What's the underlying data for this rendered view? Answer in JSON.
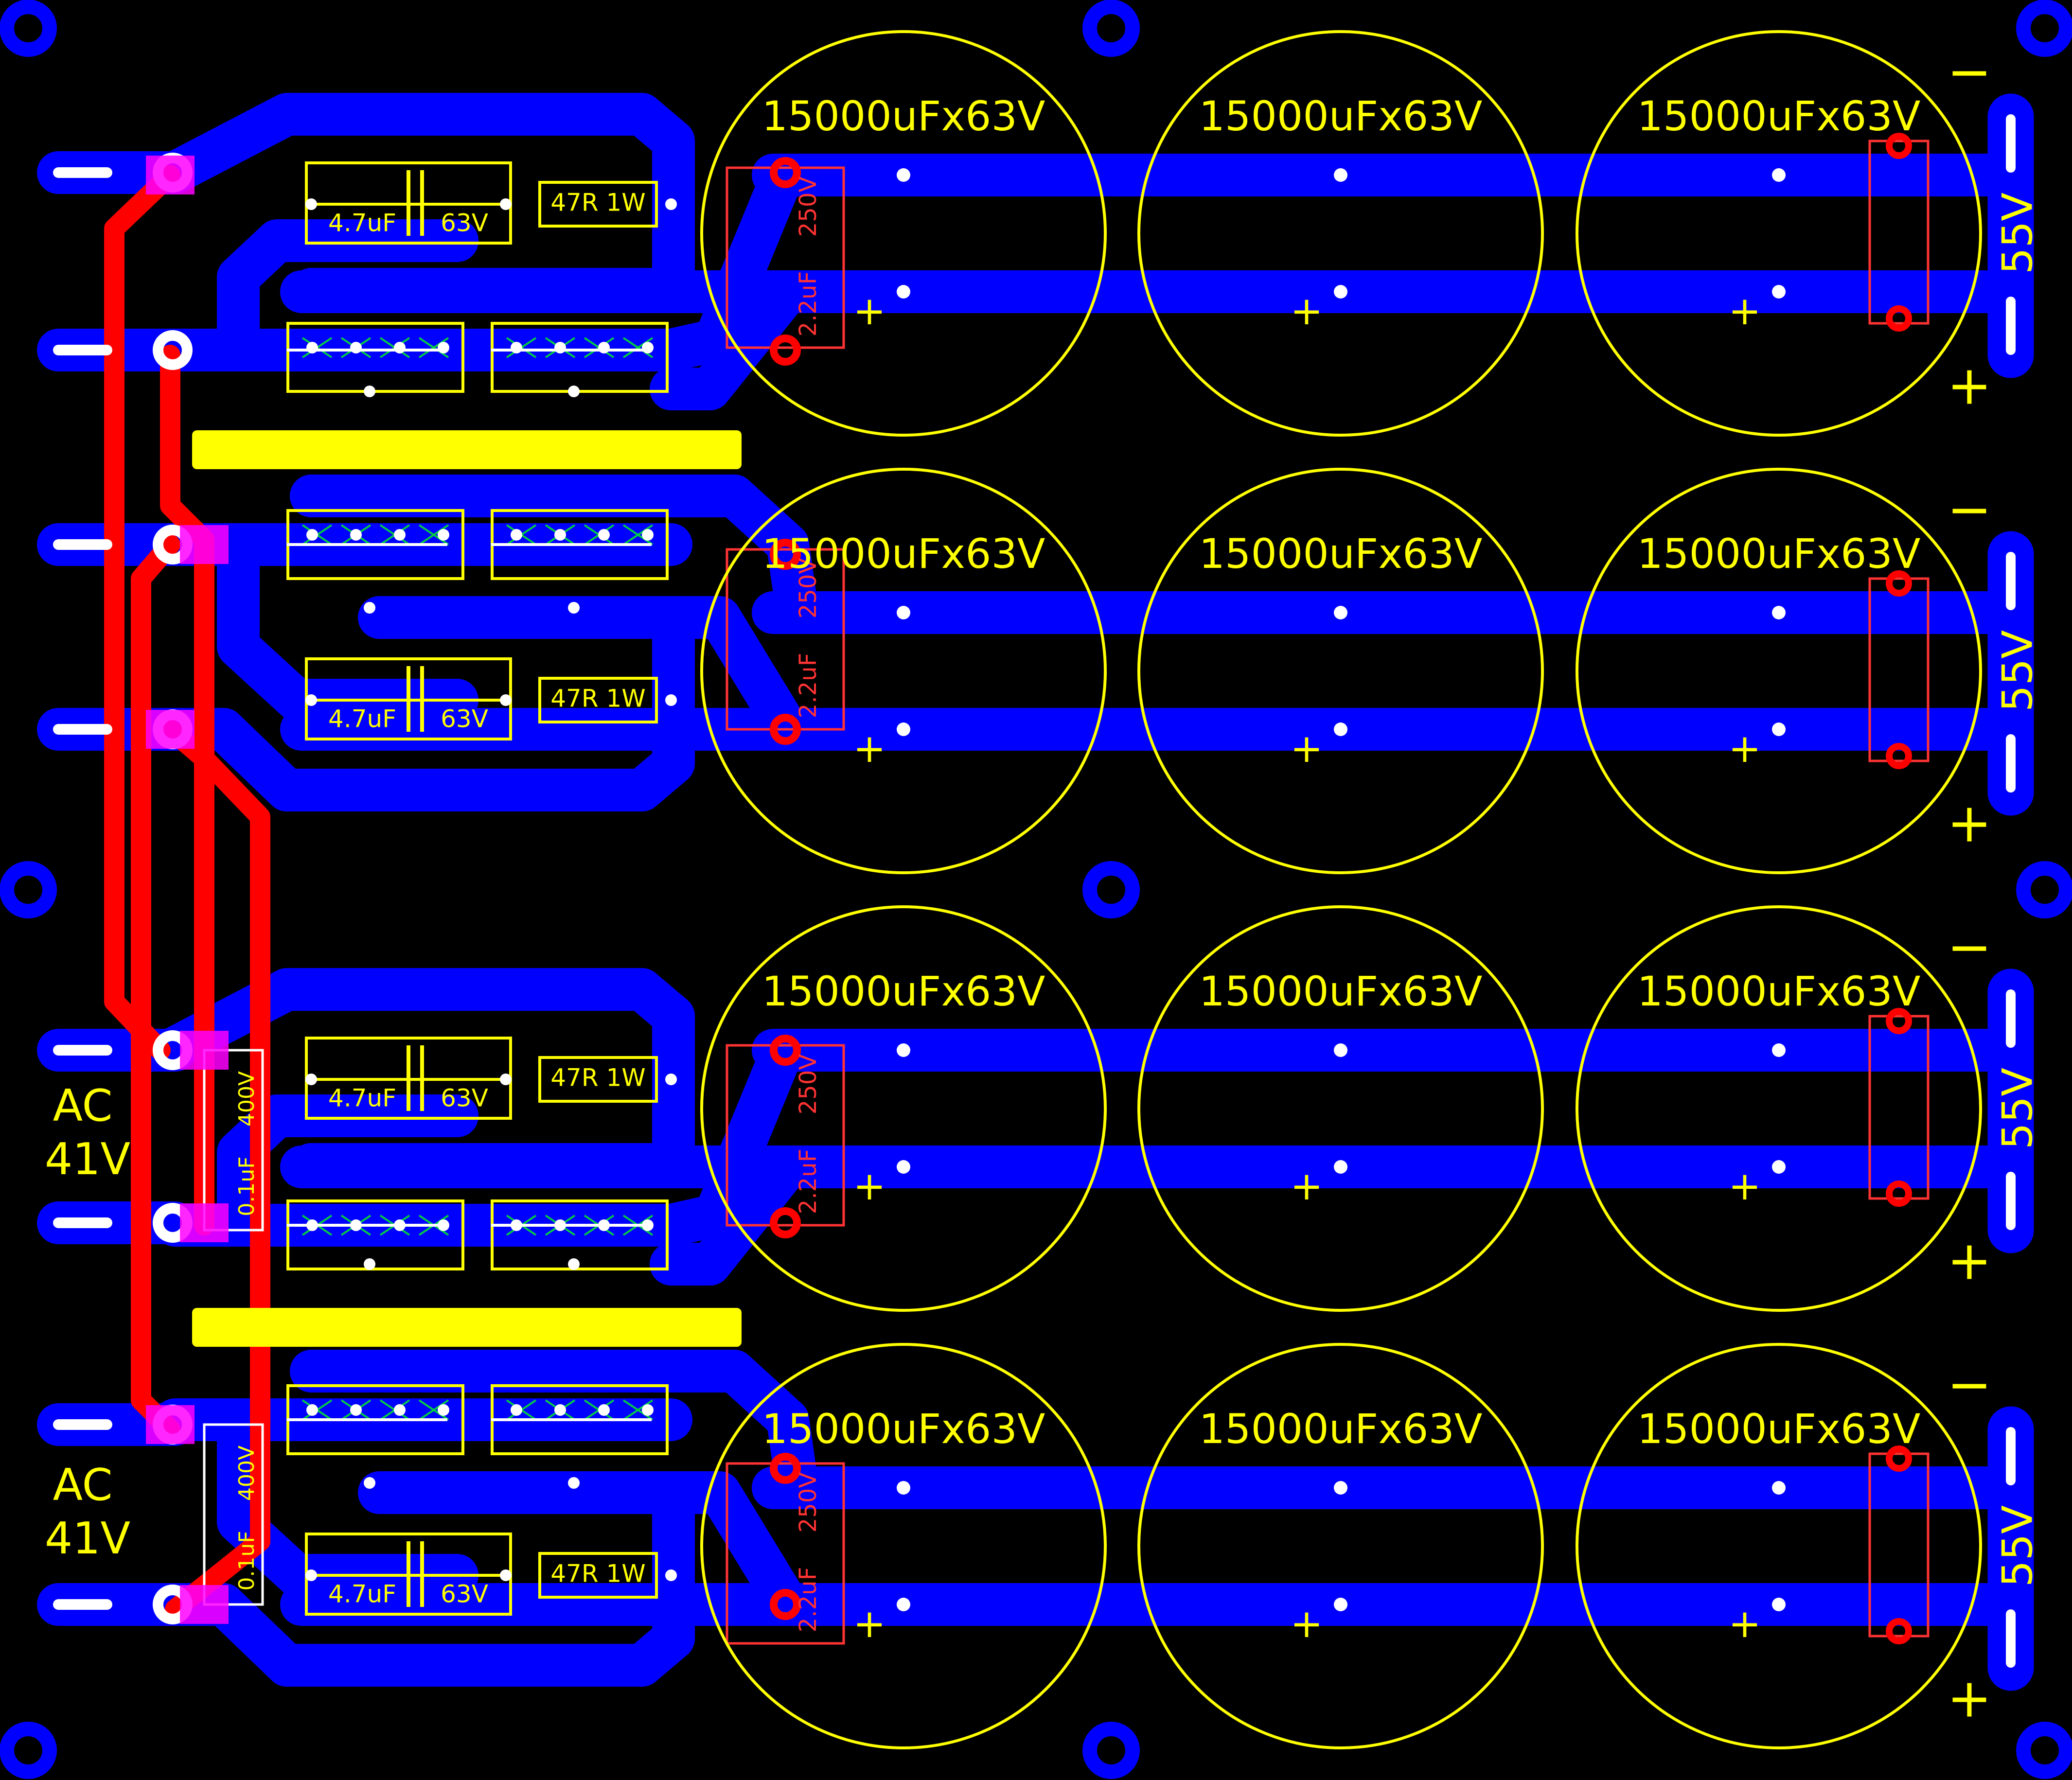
{
  "colors": {
    "background": "#000000",
    "bottom_copper": "#0000FF",
    "top_copper": "#FF0000",
    "silkscreen": "#FFFF00",
    "overlap": "#FF00FF",
    "pad_white": "#FFFFFF",
    "diode_outline": "#00CC44",
    "smd_outline": "#FF3333"
  },
  "cap_label": "15000uFx63V",
  "cap_plus": "+",
  "snubber": {
    "cap": "4.7uF",
    "volt": "63V",
    "res": "47R 1W"
  },
  "film_cap": {
    "value": "2.2uF",
    "volt": "250V"
  },
  "x_cap": {
    "value": "0.1uF",
    "volt": "400V"
  },
  "ac_input": {
    "line1": "AC",
    "line2": "41V"
  },
  "output": {
    "minus": "−",
    "plus": "+",
    "volt": "55V"
  }
}
